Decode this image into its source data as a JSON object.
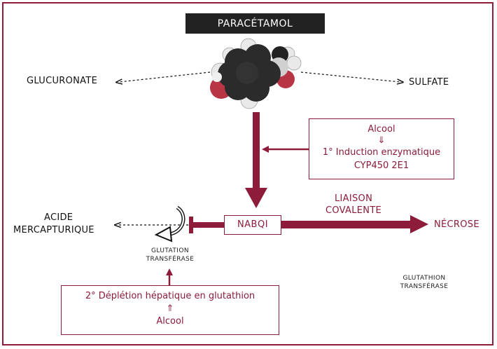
{
  "title": "PARACÉTAMOL",
  "left_metabolite": "GLUCURONATE",
  "right_metabolite": "SULFATE",
  "induction_box": {
    "line1": "Alcool",
    "arrow": "⇓",
    "line2": "1° Induction enzymatique",
    "line3": "CYP450 2E1"
  },
  "nabqi": "NABQI",
  "covalent": {
    "line1": "LIAISON",
    "line2": "COVALENTE"
  },
  "necrose": "NÉCROSE",
  "acide": {
    "line1": "ACIDE",
    "line2": "MERCAPTURIQUE"
  },
  "glutation_left": {
    "line1": "GLUTATION",
    "line2": "TRANSFÉRASE"
  },
  "glutathion_right": {
    "line1": "GLUTATHION",
    "line2": "TRANSFÉRASE"
  },
  "depletion_box": {
    "line1": "2° Déplétion hépatique en glutathion",
    "arrow": "⇑",
    "line2": "Alcool"
  },
  "colors": {
    "accent": "#8c1c3a",
    "title_bg": "#222222"
  }
}
